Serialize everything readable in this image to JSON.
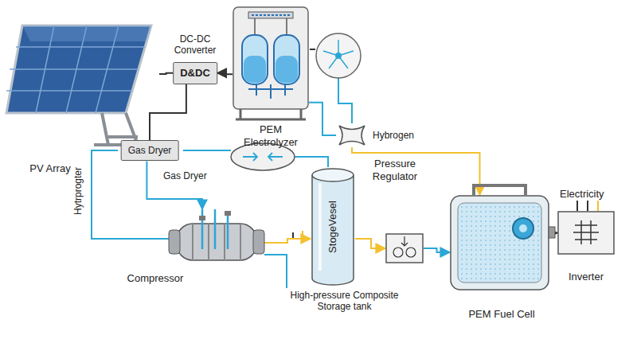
{
  "diagram": {
    "nodes": [
      {
        "text": [
          "PV Array"
        ]
      },
      {
        "text": [
          "DC-DC Converter",
          "D&DC"
        ]
      },
      {
        "text": [
          "PEM Electrolyzer"
        ]
      },
      {
        "text": [
          "Gas Dryer"
        ]
      },
      {
        "text": [
          "Hybrogen"
        ]
      },
      {
        "text": [
          "Compressor"
        ]
      },
      {
        "text": [
          "StogeVesel",
          "High-pressure Composite Storage tank"
        ]
      },
      {
        "text": [
          "Pressure Regulator"
        ]
      },
      {
        "text": [
          "PEM Fuel Cell"
        ]
      },
      {
        "text": [
          "Inverter"
        ]
      }
    ],
    "edges": [
      {
        "from": 0,
        "to": 1,
        "arrow": "none"
      },
      {
        "from": 2,
        "to": 1,
        "arrow": "to"
      },
      {
        "from": 1,
        "to": 3,
        "arrow": "none"
      },
      {
        "from": 3,
        "to": 5,
        "arrow": "to"
      },
      {
        "from": 5,
        "to": 6,
        "arrow": "to"
      },
      {
        "from": 6,
        "to": 7,
        "arrow": "to"
      },
      {
        "from": 7,
        "to": 8,
        "arrow": "to"
      },
      {
        "from": 4,
        "to": 8,
        "arrow": "to"
      },
      {
        "from": 8,
        "to": 9,
        "arrow": "to"
      },
      {
        "from": 2,
        "to": 4,
        "arrow": "none"
      }
    ],
    "labels": [
      "Hytrprogter",
      "Gas Dryer",
      "Electricity"
    ]
  }
}
